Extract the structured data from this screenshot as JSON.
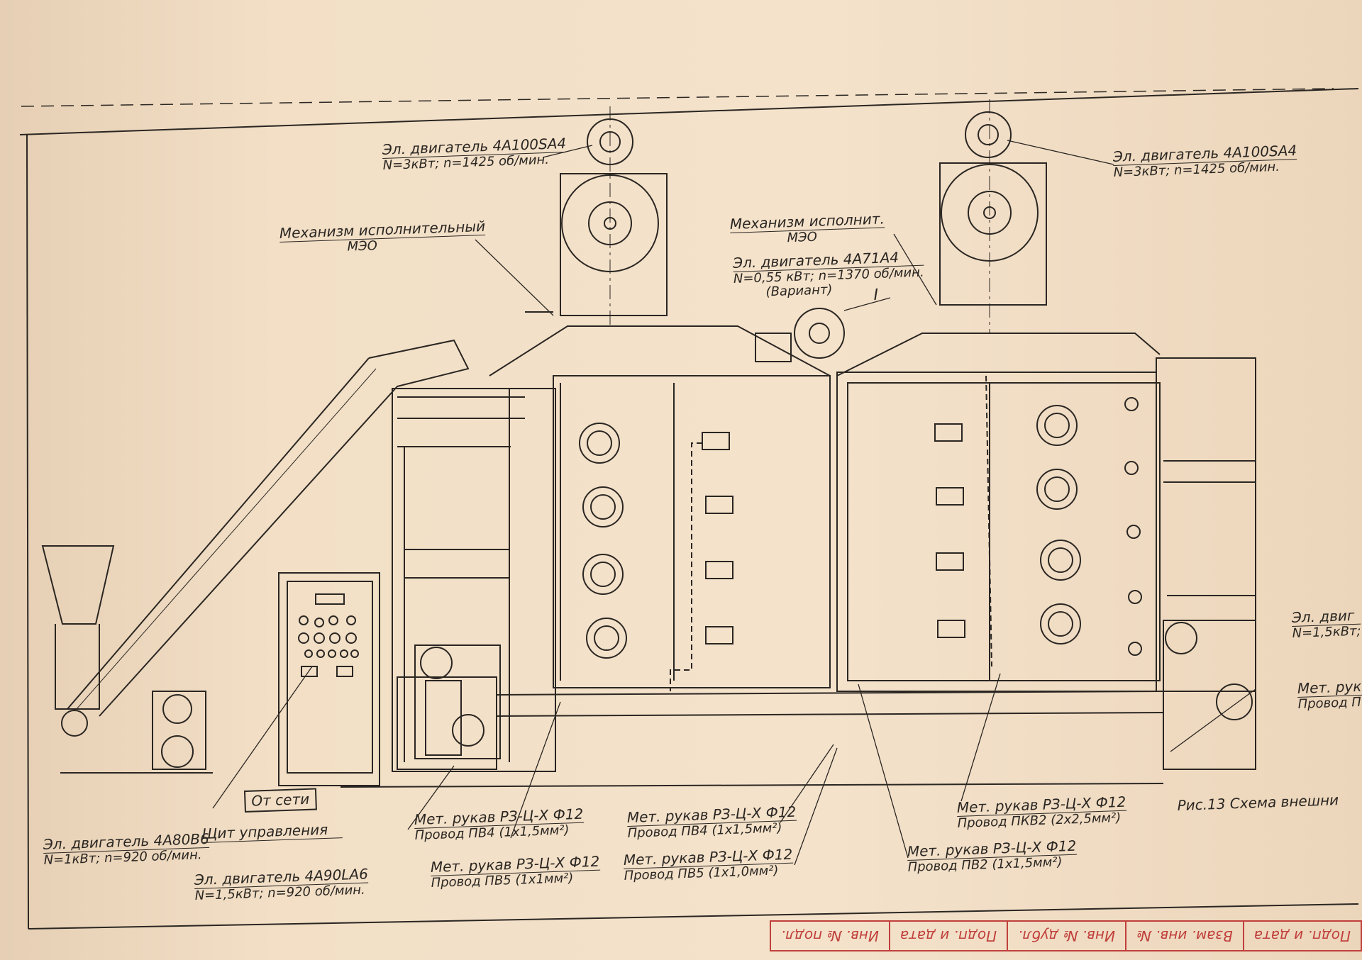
{
  "labels": {
    "motor_top_left_1": "Эл. двигатель 4А100SА4",
    "motor_top_left_2": "N=3кВт;   n=1425 об/мин.",
    "motor_top_right_1": "Эл. двигатель 4А100SА4",
    "motor_top_right_2": "N=3кВт;   n=1425 об/мин.",
    "mech_left_1": "Механизм исполнительный",
    "mech_left_2": "МЭО",
    "mech_right_1": "Механизм исполнит.",
    "mech_right_2": "МЭО",
    "motor_mid_1": "Эл. двигатель 4А71А4",
    "motor_mid_2": "N=0,55 кВт;  n=1370 об/мин.",
    "motor_mid_3": "(Вариант)",
    "roman_one": "I",
    "motor_right_edge_1": "Эл. двиг",
    "motor_right_edge_2": "N=1,5кВт;",
    "hose_right_edge_1": "Мет. рук",
    "hose_right_edge_2": "Провод П",
    "from_network": "От сети",
    "control_panel": "Щит управления",
    "motor_bl_1": "Эл. двигатель 4А80В6",
    "motor_bl_2": "N=1кВт;  n=920 об/мин.",
    "motor_bottom_1": "Эл. двигатель 4А90LА6",
    "motor_bottom_2": "N=1,5кВт;  n=920 об/мин.",
    "hose_1a": "Мет. рукав РЗ-Ц-Х Ф12",
    "hose_1b": "Провод ПВ4 (1х1,5мм²)",
    "hose_2a": "Мет. рукав РЗ-Ц-Х Ф12",
    "hose_2b": "Провод ПВ5 (1х1мм²)",
    "hose_3a": "Мет. рукав РЗ-Ц-Х Ф12",
    "hose_3b": "Провод ПВ4 (1х1,5мм²)",
    "hose_4a": "Мет. рукав РЗ-Ц-Х Ф12",
    "hose_4b": "Провод ПВ5 (1х1,0мм²)",
    "hose_5a": "Мет. рукав РЗ-Ц-Х Ф12",
    "hose_5b": "Провод ПВ2 (1х1,5мм²)",
    "hose_6a": "Мет. рукав РЗ-Ц-Х Ф12",
    "hose_6b": "Провод ПКВ2 (2х2,5мм²)",
    "figure_caption": "Рис.13  Схема  внешни"
  },
  "stamp": [
    "Подп. и дата",
    "Взам. инв. №",
    "Инв. № дубл.",
    "Подп. и дата",
    "Инв. № подл."
  ],
  "colors": {
    "ink": "#2a2622",
    "paper": "#f2dfc6",
    "stamp": "#c0403c"
  }
}
